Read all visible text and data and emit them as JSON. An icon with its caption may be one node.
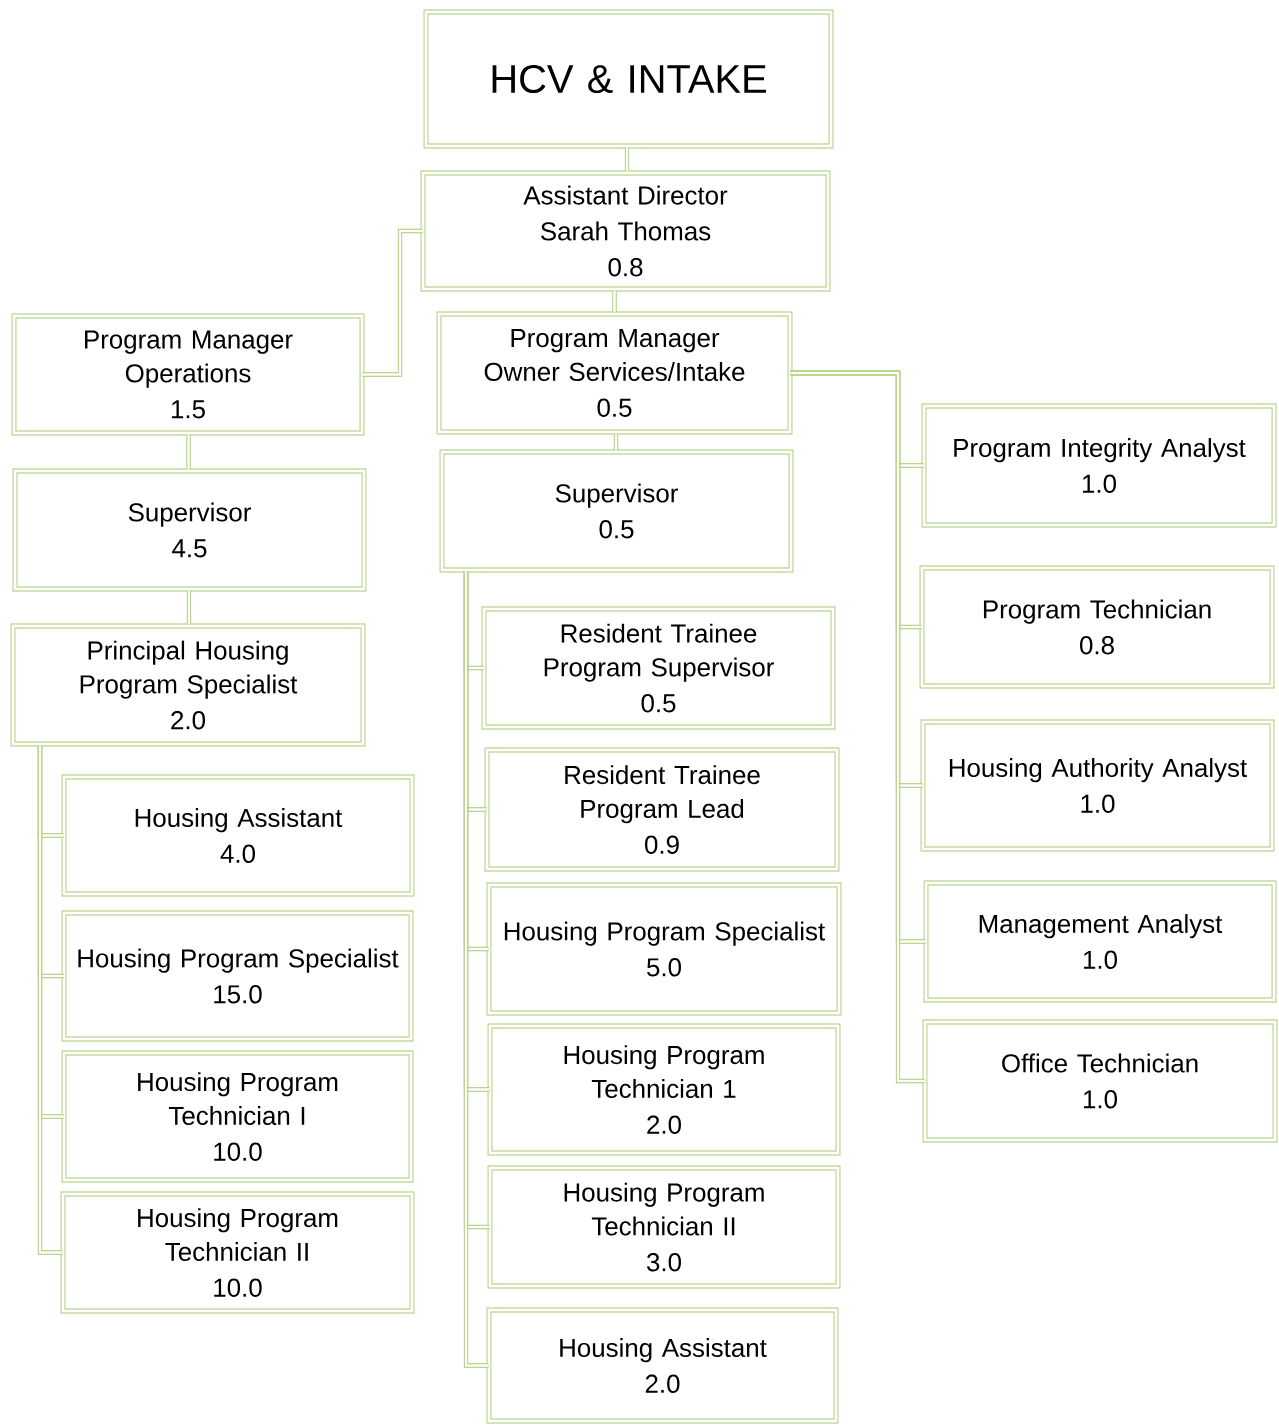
{
  "diagram": {
    "nodes": [
      {
        "text": [
          "HCV & INTAKE"
        ]
      },
      {
        "text": [
          "Assistant Director",
          "Sarah Thomas",
          "0.8"
        ]
      },
      {
        "text": [
          "Program Manager Operations",
          "1.5"
        ]
      },
      {
        "text": [
          "Program Manager Owner Services/Intake",
          "0.5"
        ]
      },
      {
        "text": [
          "Supervisor",
          "4.5"
        ]
      },
      {
        "text": [
          "Principal Housing Program Specialist",
          "2.0"
        ]
      },
      {
        "text": [
          "Housing Assistant",
          "4.0"
        ]
      },
      {
        "text": [
          "Housing Program Specialist",
          "15.0"
        ]
      },
      {
        "text": [
          "Housing Program Technician I",
          "10.0"
        ]
      },
      {
        "text": [
          "Housing Program Technician II",
          "10.0"
        ]
      },
      {
        "text": [
          "Supervisor",
          "0.5"
        ]
      },
      {
        "text": [
          "Resident Trainee Program Supervisor",
          "0.5"
        ]
      },
      {
        "text": [
          "Resident Trainee Program Lead",
          "0.9"
        ]
      },
      {
        "text": [
          "Housing Program Specialist",
          "5.0"
        ]
      },
      {
        "text": [
          "Housing Program Technician 1",
          "2.0"
        ]
      },
      {
        "text": [
          "Housing Program Technician II",
          "3.0"
        ]
      },
      {
        "text": [
          "Housing Assistant",
          "2.0"
        ]
      },
      {
        "text": [
          "Program Integrity Analyst",
          "1.0"
        ]
      },
      {
        "text": [
          "Program Technician",
          "0.8"
        ]
      },
      {
        "text": [
          "Housing Authority Analyst",
          "1.0"
        ]
      },
      {
        "text": [
          "Management Analyst",
          "1.0"
        ]
      },
      {
        "text": [
          "Office Technician",
          "1.0"
        ]
      }
    ],
    "edges": [
      {
        "from": 0,
        "to": 1,
        "arrow": "none"
      },
      {
        "from": 1,
        "to": 2,
        "arrow": "none"
      },
      {
        "from": 1,
        "to": 3,
        "arrow": "none"
      },
      {
        "from": 2,
        "to": 4,
        "arrow": "none"
      },
      {
        "from": 4,
        "to": 5,
        "arrow": "none"
      },
      {
        "from": 5,
        "to": 6,
        "arrow": "none"
      },
      {
        "from": 5,
        "to": 7,
        "arrow": "none"
      },
      {
        "from": 5,
        "to": 8,
        "arrow": "none"
      },
      {
        "from": 5,
        "to": 9,
        "arrow": "none"
      },
      {
        "from": 3,
        "to": 10,
        "arrow": "none"
      },
      {
        "from": 10,
        "to": 11,
        "arrow": "none"
      },
      {
        "from": 10,
        "to": 12,
        "arrow": "none"
      },
      {
        "from": 10,
        "to": 13,
        "arrow": "none"
      },
      {
        "from": 10,
        "to": 14,
        "arrow": "none"
      },
      {
        "from": 10,
        "to": 15,
        "arrow": "none"
      },
      {
        "from": 10,
        "to": 16,
        "arrow": "none"
      },
      {
        "from": 3,
        "to": 17,
        "arrow": "none"
      },
      {
        "from": 3,
        "to": 18,
        "arrow": "none"
      },
      {
        "from": 3,
        "to": 19,
        "arrow": "none"
      },
      {
        "from": 3,
        "to": 20,
        "arrow": "none"
      },
      {
        "from": 3,
        "to": 21,
        "arrow": "none"
      }
    ]
  }
}
